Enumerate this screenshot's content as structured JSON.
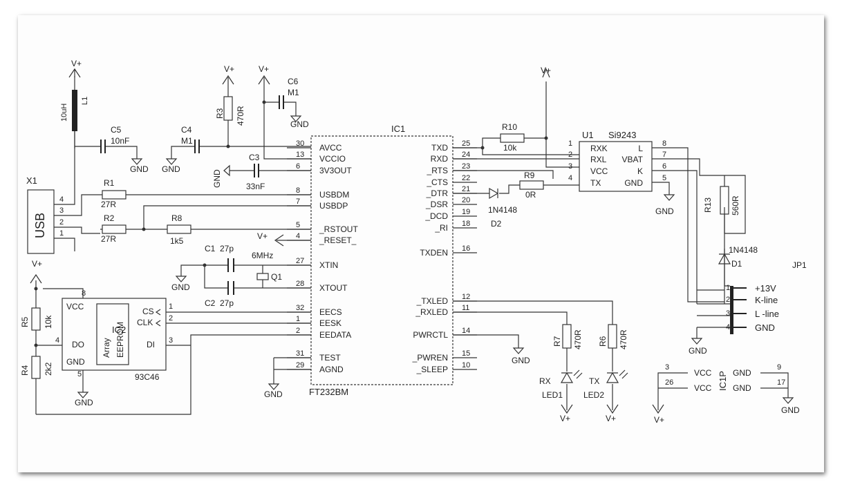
{
  "ic1": {
    "name": "IC1",
    "part": "FT232BM",
    "left_pins": [
      {
        "num": "30",
        "name": "AVCC"
      },
      {
        "num": "13",
        "name": "VCCIO"
      },
      {
        "num": "6",
        "name": "3V3OUT"
      },
      {
        "num": "8",
        "name": "USBDM"
      },
      {
        "num": "7",
        "name": "USBDP"
      },
      {
        "num": "5",
        "name": "_RSTOUT"
      },
      {
        "num": "4",
        "name": "_RESET_"
      },
      {
        "num": "27",
        "name": "XTIN"
      },
      {
        "num": "28",
        "name": "XTOUT"
      },
      {
        "num": "32",
        "name": "EECS"
      },
      {
        "num": "1",
        "name": "EESK"
      },
      {
        "num": "2",
        "name": "EEDATA"
      },
      {
        "num": "31",
        "name": "TEST"
      },
      {
        "num": "29",
        "name": "AGND"
      }
    ],
    "right_pins": [
      {
        "num": "25",
        "name": "TXD"
      },
      {
        "num": "24",
        "name": "RXD"
      },
      {
        "num": "23",
        "name": "_RTS"
      },
      {
        "num": "22",
        "name": "_CTS"
      },
      {
        "num": "21",
        "name": "_DTR"
      },
      {
        "num": "20",
        "name": "_DSR"
      },
      {
        "num": "19",
        "name": "_DCD"
      },
      {
        "num": "18",
        "name": "_RI"
      },
      {
        "num": "16",
        "name": "TXDEN"
      },
      {
        "num": "12",
        "name": "_TXLED"
      },
      {
        "num": "11",
        "name": "_RXLED"
      },
      {
        "num": "14",
        "name": "PWRCTL"
      },
      {
        "num": "15",
        "name": "_PWREN"
      },
      {
        "num": "10",
        "name": "_SLEEP"
      }
    ]
  },
  "ic2": {
    "name": "IC2",
    "part": "93C46",
    "inner_left": "Array",
    "inner_right": "EEPROM",
    "vcc": "VCC",
    "do": "DO",
    "gnd": "GND",
    "cs": "CS",
    "clk": "CLK",
    "di": "DI",
    "pin_vcc": "8",
    "pin_do": "4",
    "pin_gnd": "5",
    "pin_cs": "1",
    "pin_clk": "2",
    "pin_di": "3"
  },
  "u1": {
    "name": "U1",
    "part": "Si9243",
    "pins": [
      {
        "num": "1",
        "left": "RXK",
        "right": "L",
        "rnum": "8"
      },
      {
        "num": "2",
        "left": "RXL",
        "right": "VBAT",
        "rnum": "7"
      },
      {
        "num": "3",
        "left": "VCC",
        "right": "K",
        "rnum": "6"
      },
      {
        "num": "4",
        "left": "TX",
        "right": "GND",
        "rnum": "5"
      }
    ]
  },
  "ic1p": {
    "name": "IC1P",
    "rows": [
      {
        "lnum": "3",
        "left": "VCC",
        "right": "GND",
        "rnum": "9"
      },
      {
        "lnum": "26",
        "left": "VCC",
        "right": "GND",
        "rnum": "17"
      }
    ]
  },
  "jp1": {
    "name": "JP1",
    "pins": [
      {
        "num": "1",
        "label": "+13V"
      },
      {
        "num": "2",
        "label": "K-line"
      },
      {
        "num": "3",
        "label": "L -line"
      },
      {
        "num": "4",
        "label": "GND"
      }
    ]
  },
  "x1": {
    "name": "X1",
    "label": "USB",
    "pins": [
      "4",
      "3",
      "2",
      "1"
    ]
  },
  "components": {
    "l1": {
      "name": "L1",
      "value": "10uH"
    },
    "c5": {
      "name": "C5",
      "value": "10nF"
    },
    "c4": {
      "name": "C4",
      "value": "M1"
    },
    "r3": {
      "name": "R3",
      "value": "470R"
    },
    "c6": {
      "name": "C6",
      "value": "M1"
    },
    "c3": {
      "name": "C3",
      "value": "33nF"
    },
    "r1": {
      "name": "R1",
      "value": "27R"
    },
    "r2": {
      "name": "R2",
      "value": "27R"
    },
    "r8": {
      "name": "R8",
      "value": "1k5"
    },
    "c1": {
      "name": "C1",
      "value": "27p"
    },
    "c2": {
      "name": "C2",
      "value": "27p"
    },
    "q1": {
      "name": "Q1",
      "value": "6MHz"
    },
    "r5": {
      "name": "R5",
      "value": "10k"
    },
    "r4": {
      "name": "R4",
      "value": "2k2"
    },
    "r10": {
      "name": "R10",
      "value": "10k"
    },
    "r9": {
      "name": "R9",
      "value": "0R"
    },
    "d2": {
      "name": "D2",
      "value": "1N4148"
    },
    "r13": {
      "name": "R13",
      "value": "560R"
    },
    "d1": {
      "name": "D1",
      "value": "1N4148"
    },
    "r7": {
      "name": "R7",
      "value": "470R"
    },
    "r6": {
      "name": "R6",
      "value": "470R"
    },
    "led1": {
      "name": "LED1",
      "value": "RX"
    },
    "led2": {
      "name": "LED2",
      "value": "TX"
    }
  },
  "power": {
    "vplus": "V+",
    "gnd": "GND"
  }
}
